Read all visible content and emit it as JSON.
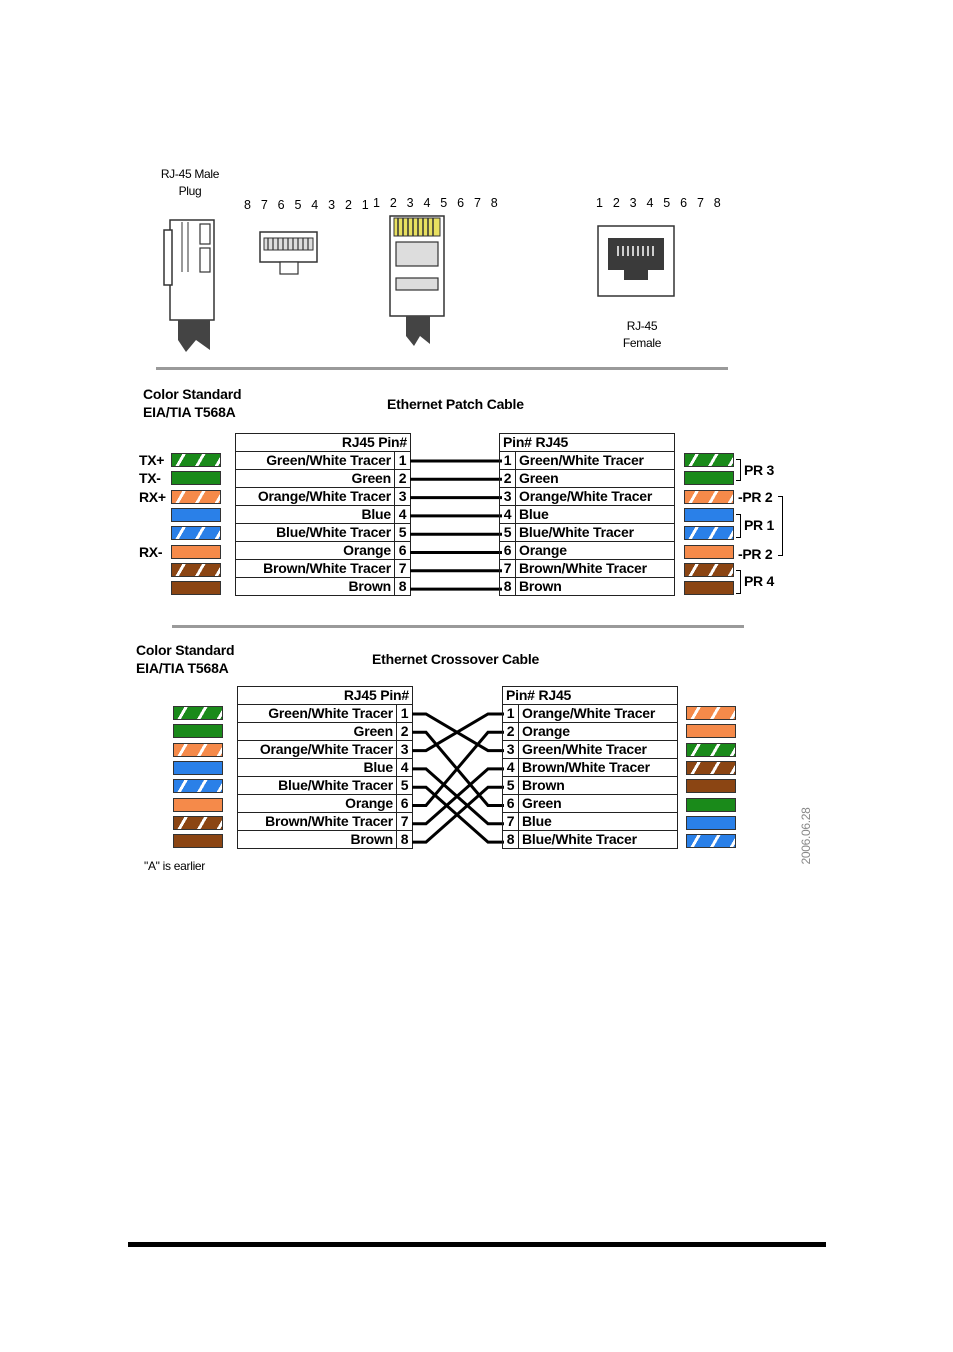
{
  "header": {
    "male_plug_label": "RJ-45 Male Plug",
    "pins_reverse": "8 7 6 5 4 3 2 1",
    "pins_plug": "1 2 3 4 5 6 7 8",
    "pins_jack": "1 2 3 4 5 6 7 8",
    "female_label": "RJ-45 Female"
  },
  "patch": {
    "std_line1": "Color Standard",
    "std_line2": "EIA/TIA T568A",
    "title": "Ethernet Patch Cable",
    "left_header": "RJ45  Pin#",
    "right_header": "Pin#  RJ45",
    "signal_labels": [
      "TX+",
      "TX-",
      "RX+",
      "",
      "",
      "RX-",
      "",
      ""
    ],
    "left_rows": [
      {
        "name": "Green/White Tracer",
        "pin": "1"
      },
      {
        "name": "Green",
        "pin": "2"
      },
      {
        "name": "Orange/White Tracer",
        "pin": "3"
      },
      {
        "name": "Blue",
        "pin": "4"
      },
      {
        "name": "Blue/White Tracer",
        "pin": "5"
      },
      {
        "name": "Orange",
        "pin": "6"
      },
      {
        "name": "Brown/White Tracer",
        "pin": "7"
      },
      {
        "name": "Brown",
        "pin": "8"
      }
    ],
    "right_rows": [
      {
        "pin": "1",
        "name": "Green/White Tracer"
      },
      {
        "pin": "2",
        "name": "Green"
      },
      {
        "pin": "3",
        "name": "Orange/White Tracer"
      },
      {
        "pin": "4",
        "name": "Blue"
      },
      {
        "pin": "5",
        "name": "Blue/White Tracer"
      },
      {
        "pin": "6",
        "name": "Orange"
      },
      {
        "pin": "7",
        "name": "Brown/White Tracer"
      },
      {
        "pin": "8",
        "name": "Brown"
      }
    ],
    "pair_labels": {
      "pr3": "PR 3",
      "pr2_top": "PR 2",
      "pr1": "PR 1",
      "pr2_bottom": "PR 2",
      "pr4": "PR 4"
    }
  },
  "crossover": {
    "std_line1": "Color Standard",
    "std_line2": "EIA/TIA T568A",
    "title": "Ethernet Crossover Cable",
    "left_header": "RJ45  Pin#",
    "right_header": "Pin#  RJ45",
    "left_rows": [
      {
        "name": "Green/White Tracer",
        "pin": "1"
      },
      {
        "name": "Green",
        "pin": "2"
      },
      {
        "name": "Orange/White Tracer",
        "pin": "3"
      },
      {
        "name": "Blue",
        "pin": "4"
      },
      {
        "name": "Blue/White Tracer",
        "pin": "5"
      },
      {
        "name": "Orange",
        "pin": "6"
      },
      {
        "name": "Brown/White Tracer",
        "pin": "7"
      },
      {
        "name": "Brown",
        "pin": "8"
      }
    ],
    "right_rows": [
      {
        "pin": "1",
        "name": "Orange/White Tracer"
      },
      {
        "pin": "2",
        "name": "Orange"
      },
      {
        "pin": "3",
        "name": "Green/White Tracer"
      },
      {
        "pin": "4",
        "name": "Brown/White Tracer"
      },
      {
        "pin": "5",
        "name": "Brown"
      },
      {
        "pin": "6",
        "name": "Green"
      },
      {
        "pin": "7",
        "name": "Blue"
      },
      {
        "pin": "8",
        "name": "Blue/White Tracer"
      }
    ],
    "footnote": "\"A\" is earlier",
    "date_stamp": "2006.06.28"
  },
  "colors": {
    "green": "#1a8a1a",
    "orange": "#f58a4a",
    "blue": "#2a80e8",
    "brown": "#8b4513",
    "rule": "#9a9a9a"
  },
  "swatches": {
    "patch_left": [
      [
        "green",
        true
      ],
      [
        "green",
        false
      ],
      [
        "orange",
        true
      ],
      [
        "blue",
        false
      ],
      [
        "blue",
        true
      ],
      [
        "orange",
        false
      ],
      [
        "brown",
        true
      ],
      [
        "brown",
        false
      ]
    ],
    "patch_right": [
      [
        "green",
        true
      ],
      [
        "green",
        false
      ],
      [
        "orange",
        true
      ],
      [
        "blue",
        false
      ],
      [
        "blue",
        true
      ],
      [
        "orange",
        false
      ],
      [
        "brown",
        true
      ],
      [
        "brown",
        false
      ]
    ],
    "cross_left": [
      [
        "green",
        true
      ],
      [
        "green",
        false
      ],
      [
        "orange",
        true
      ],
      [
        "blue",
        false
      ],
      [
        "blue",
        true
      ],
      [
        "orange",
        false
      ],
      [
        "brown",
        true
      ],
      [
        "brown",
        false
      ]
    ],
    "cross_right": [
      [
        "orange",
        true
      ],
      [
        "orange",
        false
      ],
      [
        "green",
        true
      ],
      [
        "brown",
        true
      ],
      [
        "brown",
        false
      ],
      [
        "green",
        false
      ],
      [
        "blue",
        false
      ],
      [
        "blue",
        true
      ]
    ]
  },
  "crossover_map": [
    3,
    6,
    1,
    7,
    8,
    2,
    4,
    5
  ]
}
